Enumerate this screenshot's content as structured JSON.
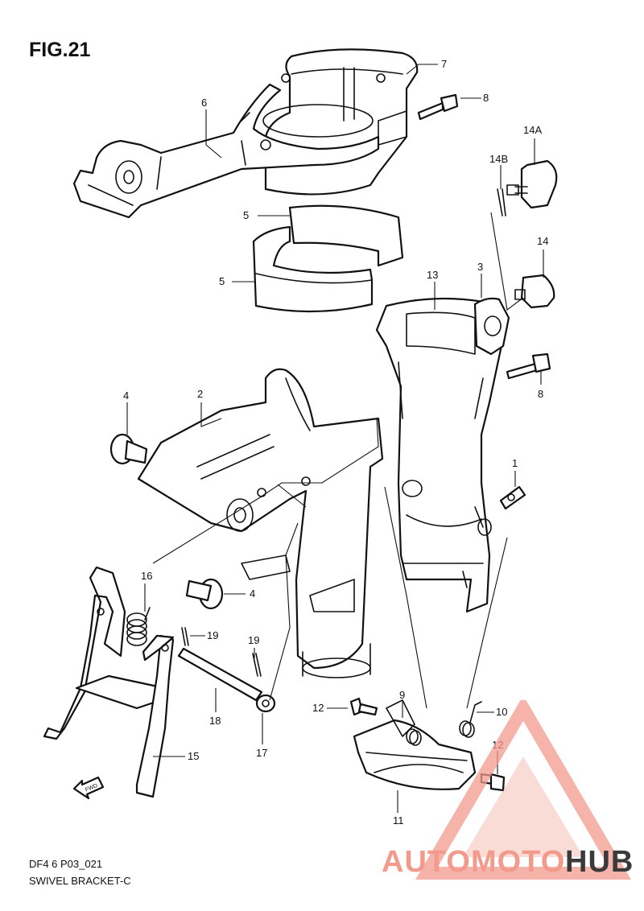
{
  "figure_title": "FIG.21",
  "footer": {
    "code": "DF4 6 P03_021",
    "name": "SWIVEL BRACKET-C"
  },
  "watermark": {
    "part1": "AUTOMOTO",
    "part2": "HUB",
    "colors": {
      "accent": "#f29a8c",
      "dark": "#3a3a3a"
    }
  },
  "fwd_label": "FWD",
  "callouts": {
    "c1": "1",
    "c2": "2",
    "c3": "3",
    "c4a": "4",
    "c4b": "4",
    "c5a": "5",
    "c5b": "5",
    "c6": "6",
    "c7": "7",
    "c8a": "8",
    "c8b": "8",
    "c9": "9",
    "c10": "10",
    "c11": "11",
    "c12a": "12",
    "c12b": "12",
    "c13": "13",
    "c14": "14",
    "c14a": "14A",
    "c14b": "14B",
    "c15": "15",
    "c16": "16",
    "c17": "17",
    "c18": "18",
    "c19a": "19",
    "c19b": "19"
  }
}
